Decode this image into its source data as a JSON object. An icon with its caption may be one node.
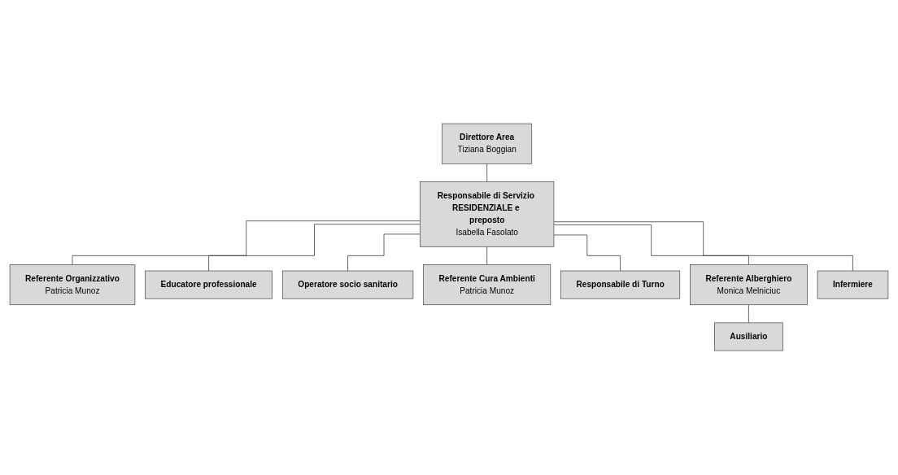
{
  "diagram": {
    "nodes": [
      {
        "text": [
          "Direttore Area",
          "Tiziana Boggian"
        ]
      },
      {
        "text": [
          "Responsabile di Servizio RESIDENZIALE e preposto",
          "Isabella Fasolato"
        ]
      },
      {
        "text": [
          "Referente Organizzativo",
          "Patricia Munoz"
        ]
      },
      {
        "text": [
          "Educatore professionale"
        ]
      },
      {
        "text": [
          "Operatore socio sanitario"
        ]
      },
      {
        "text": [
          "Referente Cura Ambienti",
          "Patricia Munoz"
        ]
      },
      {
        "text": [
          "Responsabile di Turno"
        ]
      },
      {
        "text": [
          "Referente Alberghiero",
          "Monica Melniciuc"
        ]
      },
      {
        "text": [
          "Infermiere"
        ]
      },
      {
        "text": [
          "Ausiliario"
        ]
      }
    ],
    "edges": [
      {
        "from": 0,
        "to": 1,
        "arrow": "none"
      },
      {
        "from": 1,
        "to": 2,
        "arrow": "none"
      },
      {
        "from": 1,
        "to": 3,
        "arrow": "none"
      },
      {
        "from": 1,
        "to": 4,
        "arrow": "none"
      },
      {
        "from": 1,
        "to": 5,
        "arrow": "none"
      },
      {
        "from": 1,
        "to": 6,
        "arrow": "none"
      },
      {
        "from": 1,
        "to": 7,
        "arrow": "none"
      },
      {
        "from": 1,
        "to": 8,
        "arrow": "none"
      },
      {
        "from": 7,
        "to": 9,
        "arrow": "none"
      }
    ]
  }
}
